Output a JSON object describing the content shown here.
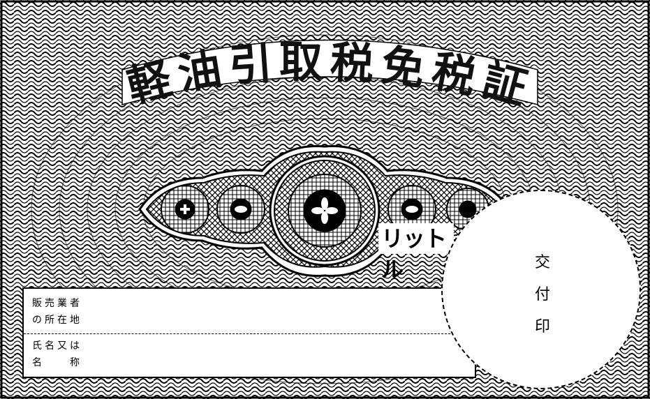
{
  "title": "軽油引取税免税証",
  "unit_label": "リットル",
  "form": {
    "seller_address_label_line1": "販売業者",
    "seller_address_label_line2": "の所在地",
    "name_label_line1": "氏名又は",
    "name_label_line2": "名　　称"
  },
  "seal": {
    "char1": "交",
    "char2": "付",
    "char3": "印"
  },
  "colors": {
    "ink": "#000000",
    "paper": "#ffffff"
  }
}
